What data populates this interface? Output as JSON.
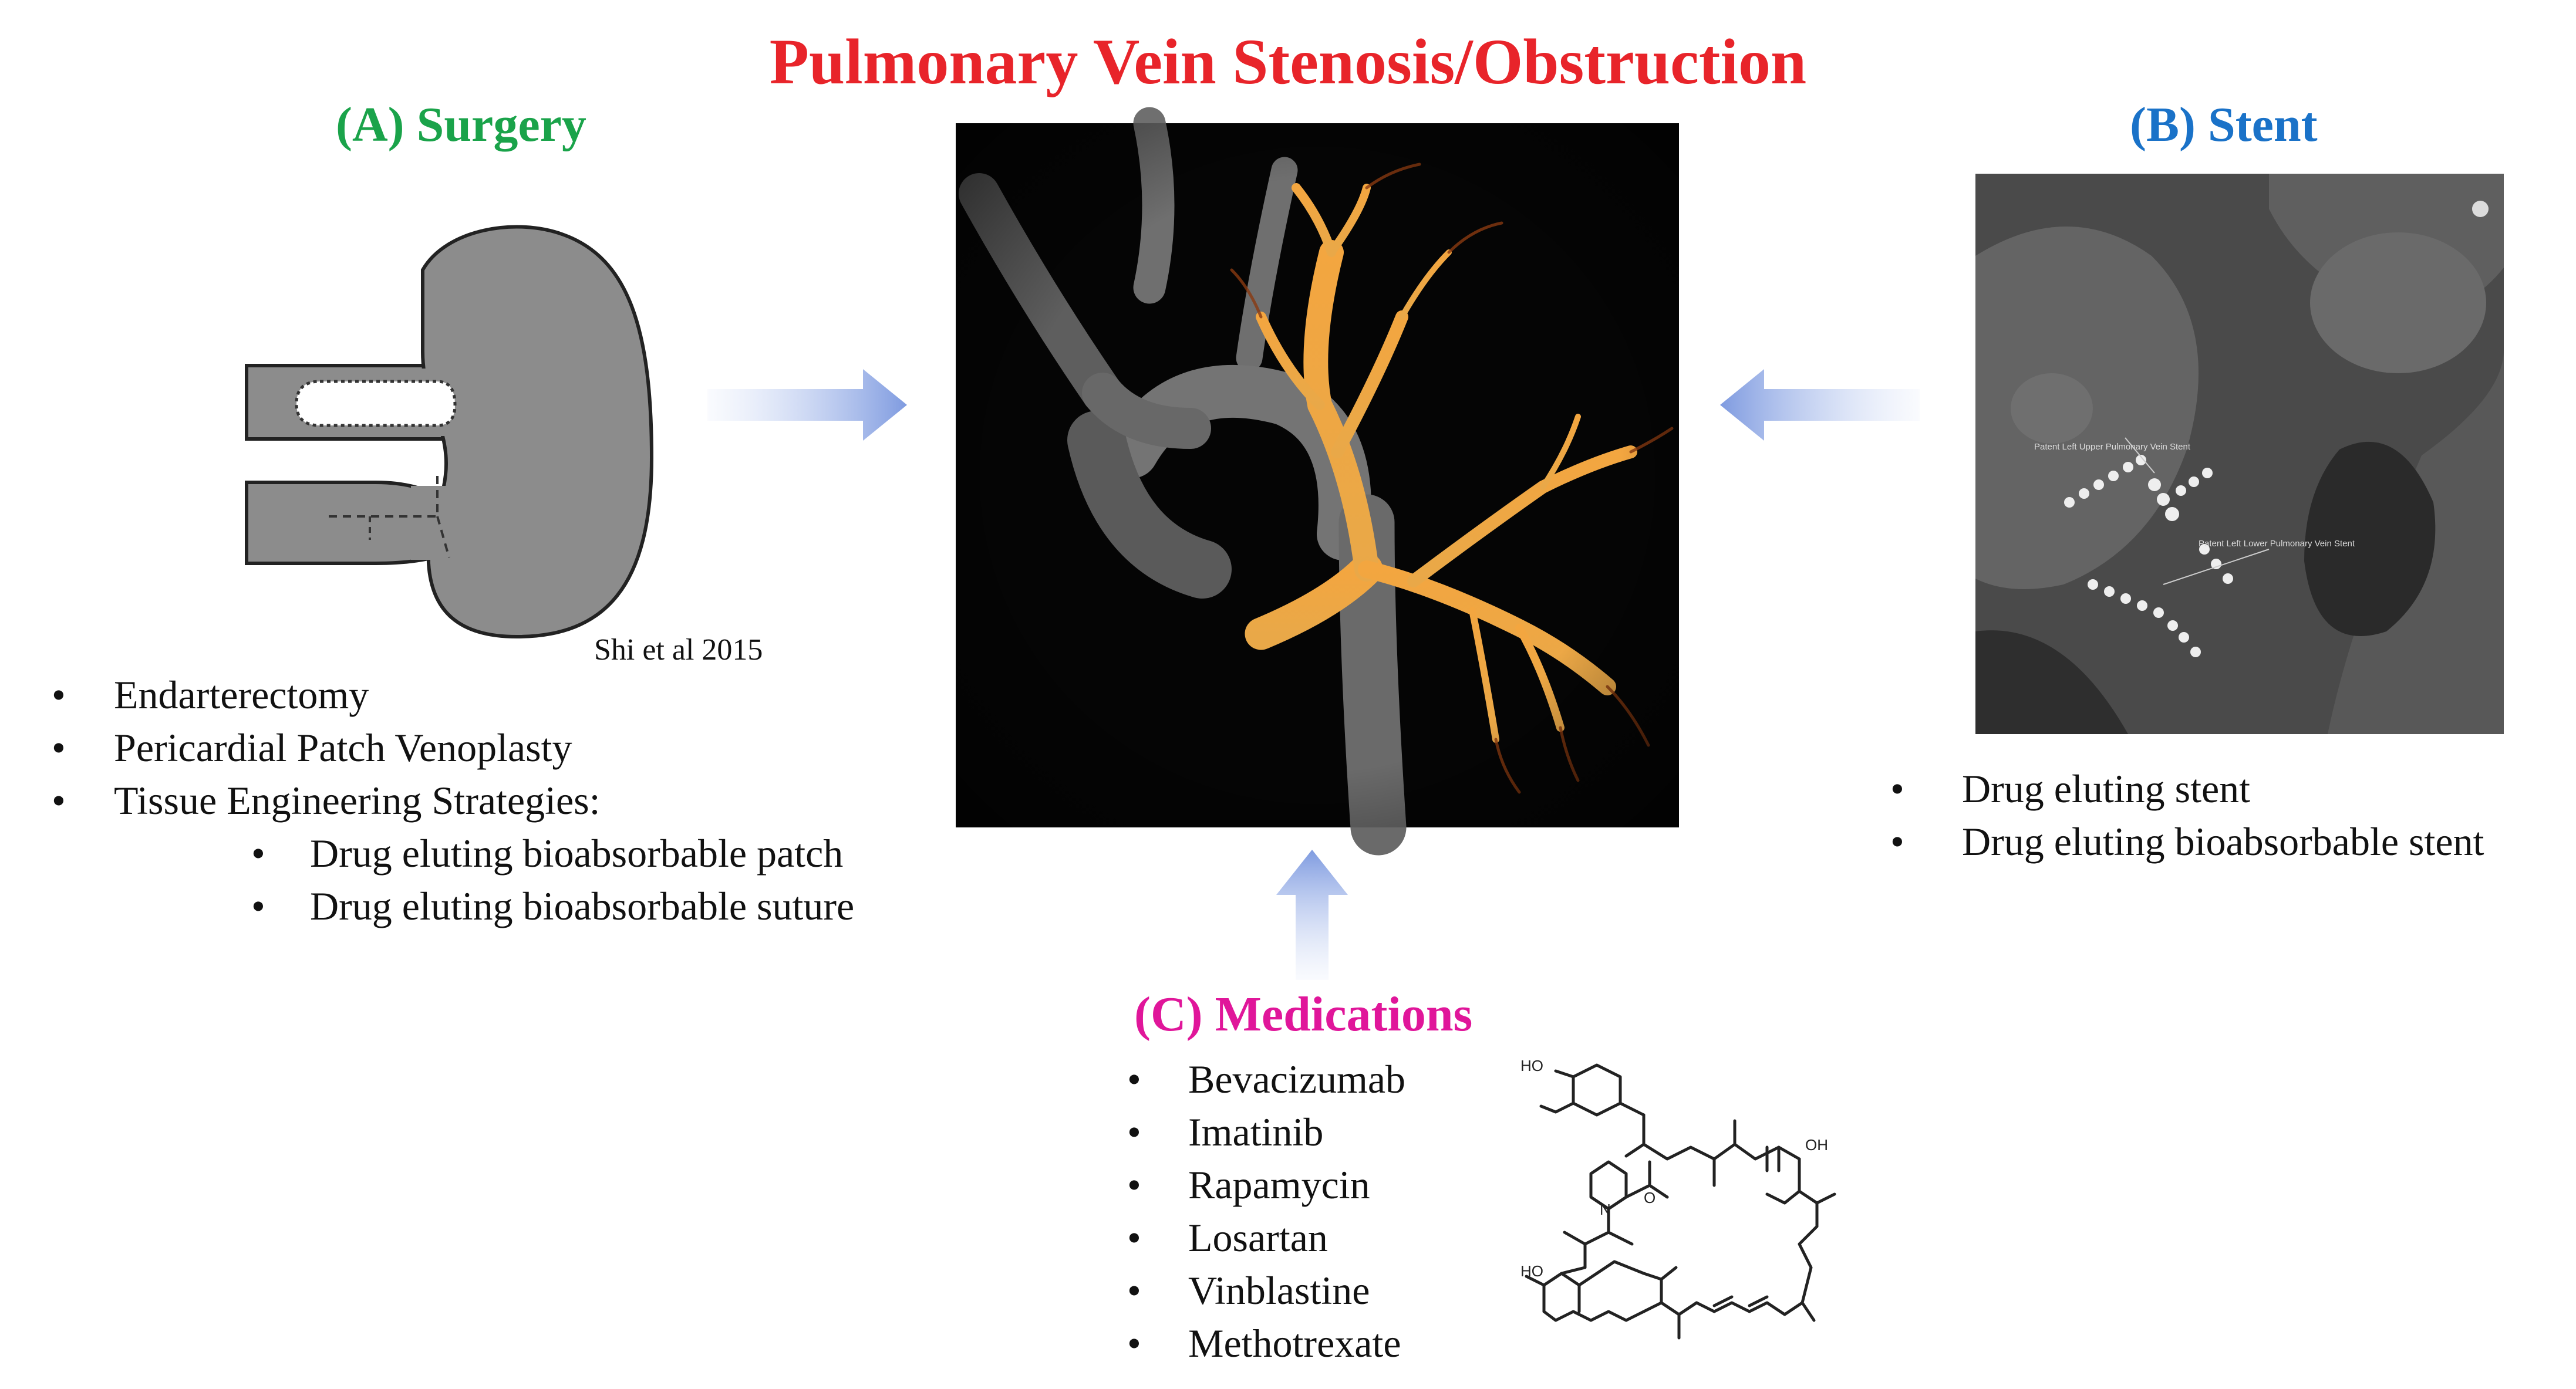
{
  "title": "Pulmonary Vein Stenosis/Obstruction",
  "colors": {
    "title": "#e8242a",
    "surgery": "#1aa34a",
    "stent": "#1a72c8",
    "medications": "#e0169a",
    "arrow": "#8fa9e6"
  },
  "surgery": {
    "title": "(A) Surgery",
    "citation": "Shi et al 2015",
    "bullets": [
      "Endarterectomy",
      "Pericardial Patch Venoplasty",
      "Tissue Engineering Strategies:"
    ],
    "sub_bullets": [
      "Drug eluting bioabsorbable patch",
      "Drug eluting bioabsorbable suture"
    ]
  },
  "stent": {
    "title": "(B) Stent",
    "bullets": [
      "Drug eluting stent",
      "Drug eluting bioabsorbable stent"
    ],
    "ct_labels": [
      "Patent Left Upper Pulmonary Vein Stent",
      "Patent Left Lower Pulmonary Vein Stent"
    ]
  },
  "medications": {
    "title": "(C) Medications",
    "bullets": [
      "Bevacizumab",
      "Imatinib",
      "Rapamycin",
      "Losartan",
      "Vinblastine",
      "Methotrexate"
    ],
    "molecule_labels": [
      "HO",
      "OH",
      "HO",
      "N",
      "O"
    ]
  },
  "bullet_char": "•"
}
